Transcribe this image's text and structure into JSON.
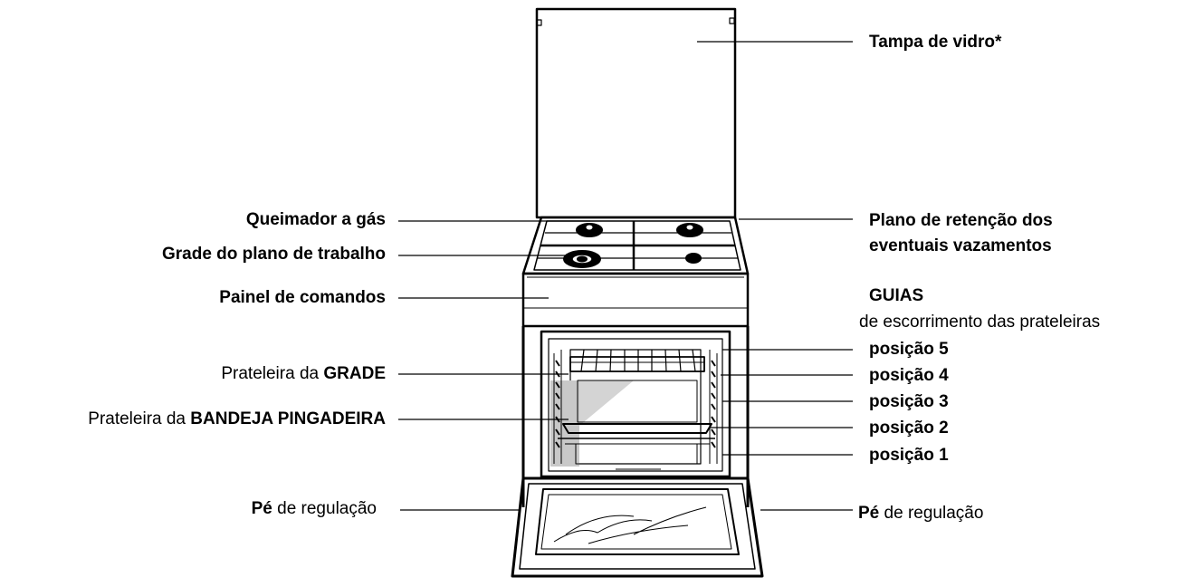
{
  "labels": {
    "tampa": {
      "bold": "Tampa de vidro*",
      "normal": ""
    },
    "queimador": {
      "bold": "Queimador a gás",
      "normal": ""
    },
    "grade_plano": {
      "bold": "Grade do plano de trabalho",
      "normal": ""
    },
    "painel": {
      "bold": "Painel de comandos",
      "normal": ""
    },
    "plano_retencao_1": {
      "bold": "Plano de retenção dos",
      "normal": ""
    },
    "plano_retencao_2": {
      "bold": "eventuais vazamentos",
      "normal": ""
    },
    "guias_title": {
      "bold": "GUIAS",
      "normal": ""
    },
    "guias_sub": {
      "bold": "",
      "normal": "de escorrimento das prateleiras"
    },
    "pos5": {
      "bold": "posição 5",
      "normal": ""
    },
    "pos4": {
      "bold": "posição 4",
      "normal": ""
    },
    "pos3": {
      "bold": "posição 3",
      "normal": ""
    },
    "pos2": {
      "bold": "posição 2",
      "normal": ""
    },
    "pos1": {
      "bold": "posição 1",
      "normal": ""
    },
    "prateleira_grade": {
      "normal": "Prateleira da ",
      "bold": "GRADE"
    },
    "prateleira_bandeja": {
      "normal": "Prateleira da ",
      "bold": "BANDEJA PINGADEIRA"
    },
    "pe_left": {
      "bold": "Pé",
      "normal": " de regulação"
    },
    "pe_right": {
      "bold": "Pé",
      "normal": " de regulação"
    }
  }
}
